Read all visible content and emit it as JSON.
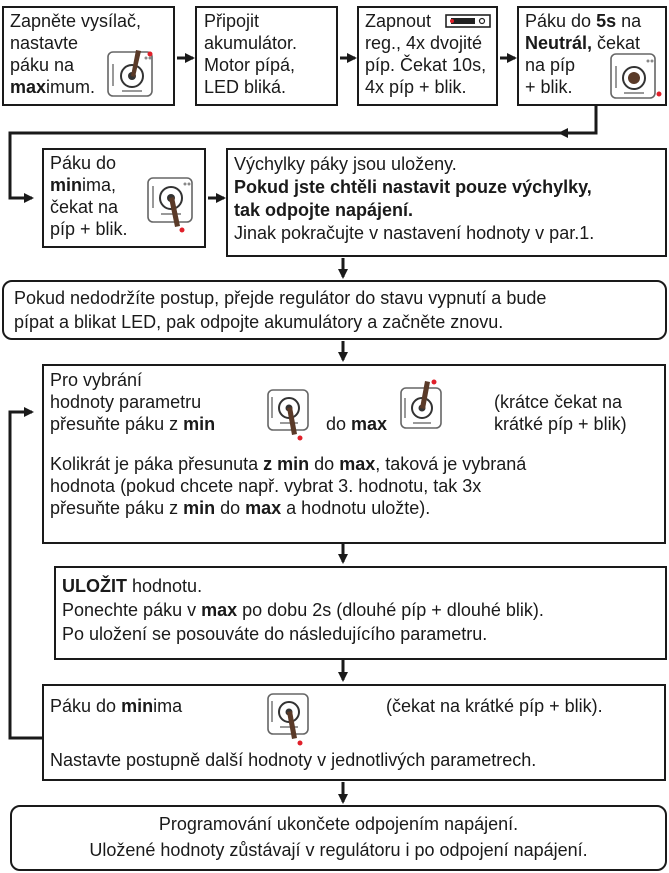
{
  "step1": {
    "a": "Zapněte vysílač,",
    "b": "nastavte",
    "c": "páku na",
    "d_bold": "max",
    "d_rest": "imum."
  },
  "step2": {
    "a": "Připojit",
    "b": "akumulátor.",
    "c": "Motor pípá,",
    "d": "LED bliká."
  },
  "step3": {
    "a": "Zapnout",
    "b": "reg., 4x dvojité",
    "c": "píp. Čekat 10s,",
    "d": "4x píp + blik."
  },
  "step4": {
    "a_pre": "Páku do ",
    "a_bold": "5s",
    "a_post": " na",
    "b_bold": "Neutrál,",
    "b_post": " čekat",
    "c": "na píp",
    "d": "+ blik."
  },
  "step5": {
    "a": "Páku do",
    "b_bold": "min",
    "b_post": "ima,",
    "c": "čekat na",
    "d": "píp + blik."
  },
  "step6": {
    "a": "Výchylky páky jsou uloženy.",
    "b": "Pokud jste chtěli nastavit pouze výchylky,",
    "c": "tak odpojte napájení.",
    "d": "Jinak pokračujte v nastavení hodnoty v par.1."
  },
  "note": {
    "a": "Pokud nedodržíte postup, přejde regulátor do stavu vypnutí a bude",
    "b": "pípat a blikat LED, pak odpojte akumulátory a začněte znovu."
  },
  "select": {
    "a": "Pro vybrání",
    "b": "hodnoty parametru",
    "c_pre": "přesuňte páku z ",
    "c_bold": "min",
    "do_pre": "do ",
    "do_bold": "max",
    "wait1": "(krátce čekat na",
    "wait2": "krátké píp + blik)",
    "p1_pre": "Kolikrát je páka přesunuta ",
    "p1_bold1": "z min",
    "p1_mid": " do ",
    "p1_bold2": "max",
    "p1_post": ", taková je vybraná",
    "p2": "hodnota (pokud chcete např. vybrat 3. hodnotu, tak 3x",
    "p3_pre": "přesuňte páku z ",
    "p3_bold1": "min",
    "p3_mid": " do ",
    "p3_bold2": "max",
    "p3_post": " a hodnotu uložte)."
  },
  "save": {
    "a_bold": "ULOŽIT",
    "a_post": " hodnotu.",
    "b_pre": "Ponechte páku v ",
    "b_bold": "max",
    "b_post": " po dobu 2s (dlouhé píp + dlouhé blik).",
    "c": "Po uložení se posouváte do následujícího parametru."
  },
  "minstep": {
    "pre": "Páku do ",
    "bold": "min",
    "post": "ima",
    "wait": "(čekat na krátké píp + blik).",
    "next": "Nastavte postupně další hodnoty v jednotlivých parametrech."
  },
  "end": {
    "a": "Programování ukončete odpojením napájení.",
    "b": "Uložené hodnoty zůstávají v regulátoru i po odpojení napájení."
  },
  "colors": {
    "line": "#1a1a1a",
    "dot": "#e0202a",
    "stick": "#5a3a28"
  },
  "icons": [
    "transmitter-stick-max-icon",
    "transmitter-stick-neutral-icon",
    "transmitter-stick-min-icon",
    "switch-icon",
    "arrow-icon"
  ]
}
